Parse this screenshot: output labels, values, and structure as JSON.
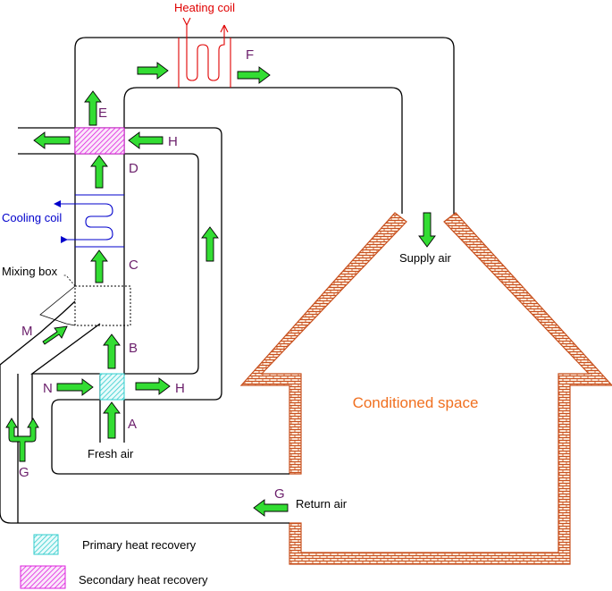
{
  "labels": {
    "heating_coil": "Heating coil",
    "cooling_coil": "Cooling coil",
    "mixing_box": "Mixing box",
    "supply_air": "Supply air",
    "return_air": "Return air",
    "fresh_air": "Fresh air",
    "conditioned_space": "Conditioned space"
  },
  "points": {
    "A": "A",
    "B": "B",
    "C": "C",
    "D": "D",
    "E": "E",
    "F": "F",
    "G_top": "G",
    "G_bottom": "G",
    "H_top": "H",
    "H_mid": "H",
    "M": "M",
    "N": "N"
  },
  "legend": {
    "primary": "Primary heat recovery",
    "secondary": "Secondary heat recovery"
  },
  "colors": {
    "duct": "#000000",
    "arrow_fill": "#33dd33",
    "heating": "#e00000",
    "cooling": "#0000cc",
    "point_label": "#6b1f6b",
    "conditioned_text": "#f07020",
    "brick": "#c8501e",
    "primary_hatch": "#33cccc",
    "secondary_hatch": "#dd22dd"
  }
}
